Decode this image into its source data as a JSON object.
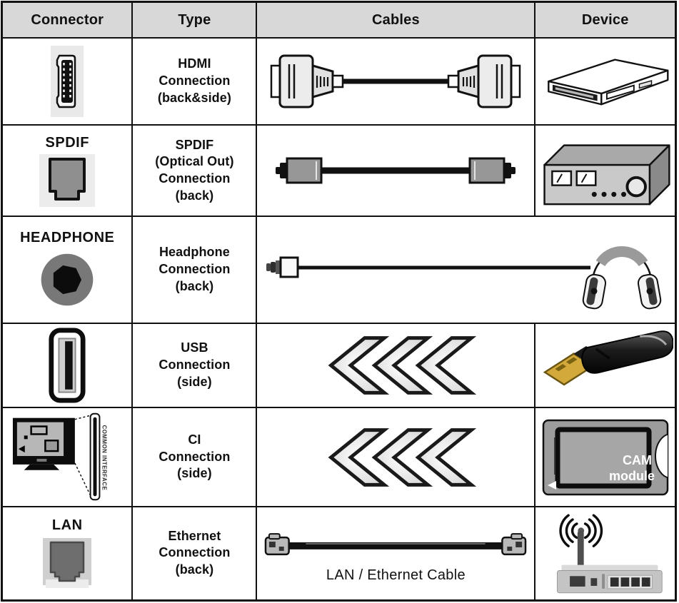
{
  "table": {
    "headers": [
      "Connector",
      "Type",
      "Cables",
      "Device"
    ],
    "rows": [
      {
        "connector": {
          "label": "",
          "icon": "hdmi-port-icon"
        },
        "type": "HDMI\nConnection\n(back&side)",
        "cable": {
          "icon": "hdmi-cable-icon",
          "label": ""
        },
        "device": {
          "icon": "dvd-player-icon"
        }
      },
      {
        "connector": {
          "label": "SPDIF",
          "icon": "spdif-port-icon"
        },
        "type": "SPDIF\n(Optical Out)\nConnection\n(back)",
        "cable": {
          "icon": "optical-cable-icon",
          "label": ""
        },
        "device": {
          "icon": "amplifier-icon"
        }
      },
      {
        "connector": {
          "label": "HEADPHONE",
          "icon": "headphone-jack-icon"
        },
        "type": "Headphone\nConnection\n(back)",
        "cable": {
          "icon": "headphone-cable-and-headphones-icon",
          "label": ""
        },
        "device": {
          "icon": ""
        }
      },
      {
        "connector": {
          "label": "",
          "icon": "usb-port-icon"
        },
        "type": "USB\nConnection\n(side)",
        "cable": {
          "icon": "chevron-arrows-icon",
          "label": ""
        },
        "device": {
          "icon": "usb-dongle-icon"
        }
      },
      {
        "connector": {
          "label": "",
          "icon": "tv-ci-slot-icon",
          "slot_text": "COMMON INTERFACE"
        },
        "type": "CI\nConnection\n(side)",
        "cable": {
          "icon": "chevron-arrows-icon",
          "label": ""
        },
        "device": {
          "icon": "cam-module-icon",
          "label_line1": "CAM",
          "label_line2": "module"
        }
      },
      {
        "connector": {
          "label": "LAN",
          "icon": "lan-port-icon"
        },
        "type": "Ethernet\nConnection\n(back)",
        "cable": {
          "icon": "ethernet-cable-icon",
          "label": "LAN / Ethernet Cable"
        },
        "device": {
          "icon": "wifi-router-icon"
        }
      }
    ]
  },
  "colors": {
    "header_bg": "#d8d8d8",
    "border": "#111111",
    "cell_bg": "#ffffff",
    "port_gray": "#8f8f8f"
  }
}
